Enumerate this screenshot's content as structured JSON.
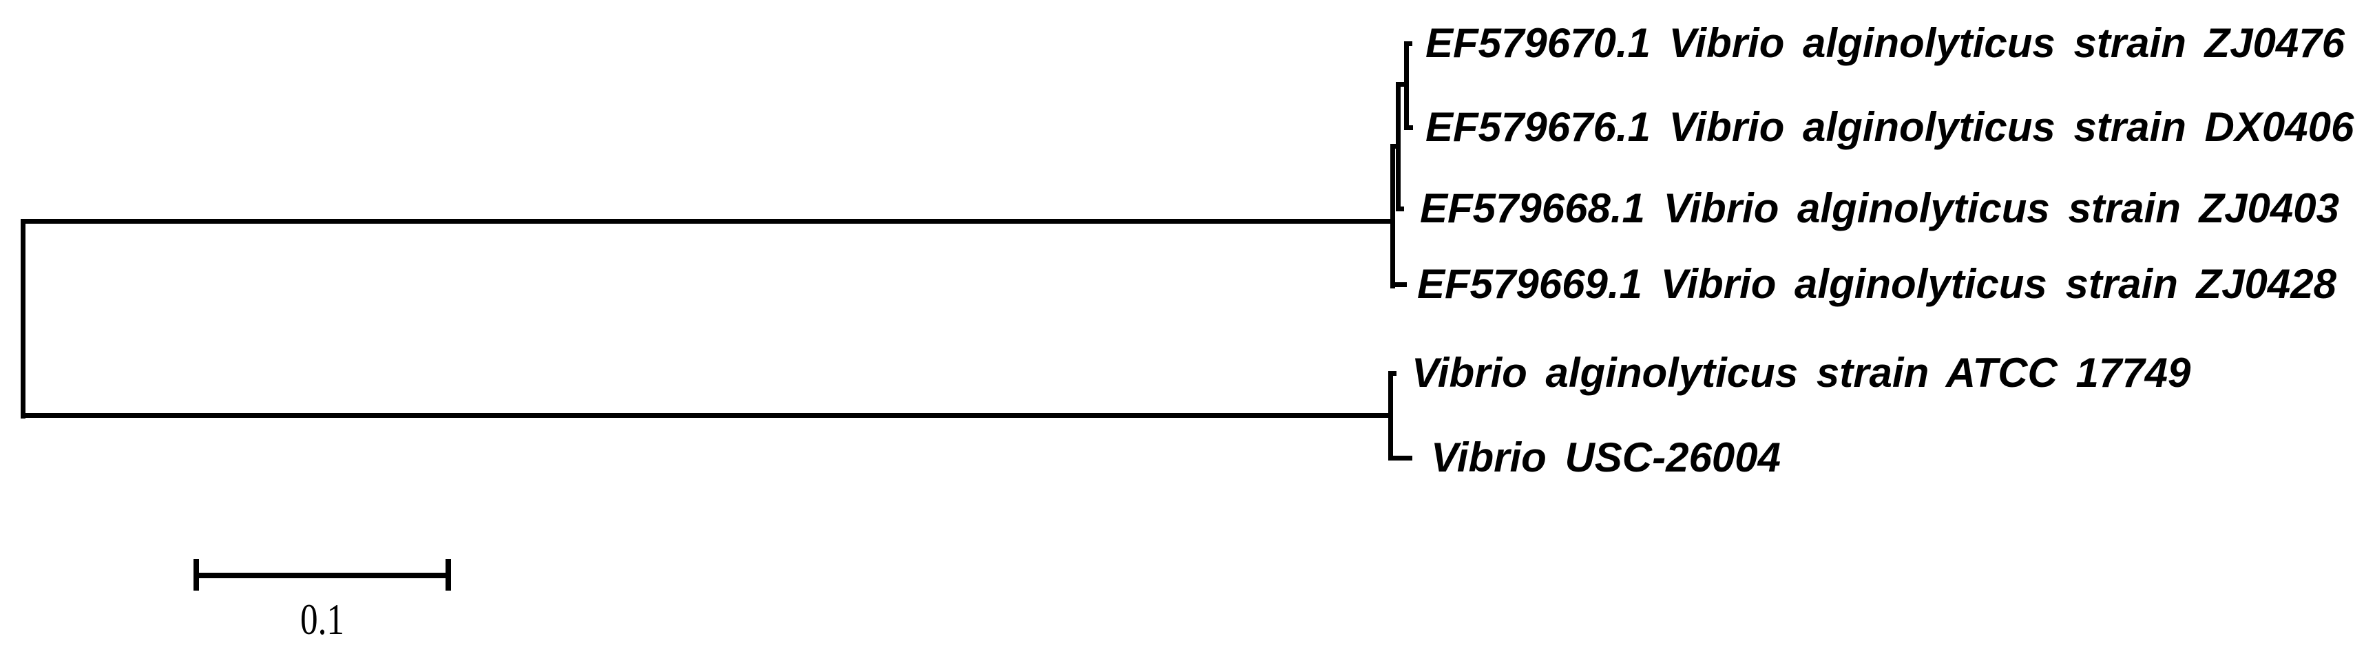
{
  "figure": {
    "type": "phylogenetic-tree",
    "background_color": "#ffffff",
    "line_color": "#000000",
    "text_color": "#000000",
    "taxa": [
      {
        "label": "EF579670.1 Vibrio alginolyticus strain ZJ0476"
      },
      {
        "label": "EF579676.1 Vibrio alginolyticus strain DX0406"
      },
      {
        "label": "EF579668.1 Vibrio alginolyticus strain ZJ0403"
      },
      {
        "label": "EF579669.1 Vibrio alginolyticus strain ZJ0428"
      },
      {
        "label": "Vibrio alginolyticus strain ATCC 17749"
      },
      {
        "label": "Vibrio USC-26004"
      }
    ],
    "topology_newick": "((((ZJ0476,DX0406),ZJ0403),ZJ0428),(ATCC_17749,USC-26004));",
    "scale_bar": {
      "label": "0.1"
    }
  }
}
